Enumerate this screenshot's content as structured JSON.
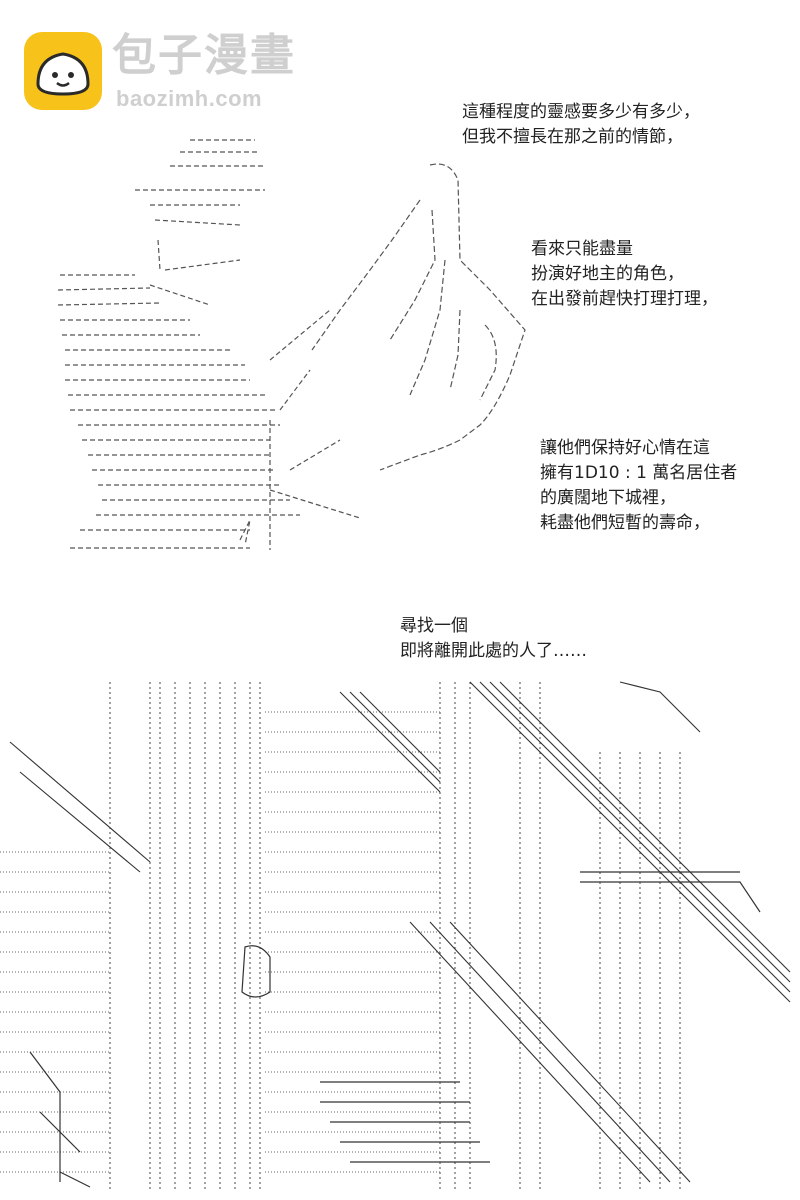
{
  "logo": {
    "title": "包子漫畫",
    "subtitle": "baozimh.com",
    "icon": "bun-face-icon",
    "icon_color": "#f7c21a"
  },
  "narration": [
    {
      "lines": [
        "這種程度的靈感要多少有多少，",
        "但我不擅長在那之前的情節，"
      ]
    },
    {
      "lines": [
        "看來只能盡量",
        "扮演好地主的角色，",
        "在出發前趕快打理打理，"
      ]
    },
    {
      "lines": [
        "讓他們保持好心情在這",
        "擁有1D10 : 1 萬名居住者",
        "的廣闊地下城裡，",
        "耗盡他們短暫的壽命，"
      ]
    },
    {
      "lines": [
        "尋找一個",
        "即將離開此處的人了……"
      ]
    }
  ]
}
